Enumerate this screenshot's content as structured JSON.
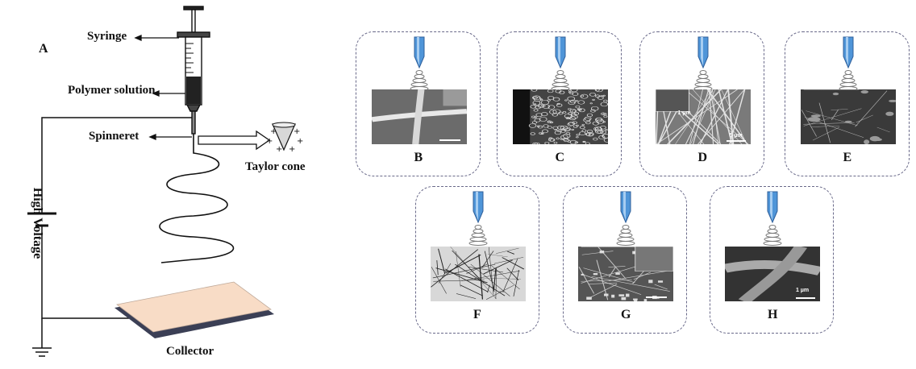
{
  "apparatus": {
    "panel_label": "A",
    "syringe_label": "Syringe",
    "polymer_label": "Polymer solution",
    "spinneret_label": "Spinneret",
    "taylor_label": "Taylor cone",
    "voltage_label": "High Voltage",
    "collector_label": "Collector"
  },
  "panels": [
    {
      "letter": "B"
    },
    {
      "letter": "C"
    },
    {
      "letter": "D",
      "inset_scale": "1 µm",
      "scale": "5 µm"
    },
    {
      "letter": "E"
    },
    {
      "letter": "F"
    },
    {
      "letter": "G"
    },
    {
      "letter": "H",
      "scale": "1 µm"
    }
  ],
  "colors": {
    "needle": "#4f95d8",
    "collector_top": "#f8dcc6",
    "collector_edge": "#3b3f55",
    "panel_border": "#6a6a8a"
  }
}
